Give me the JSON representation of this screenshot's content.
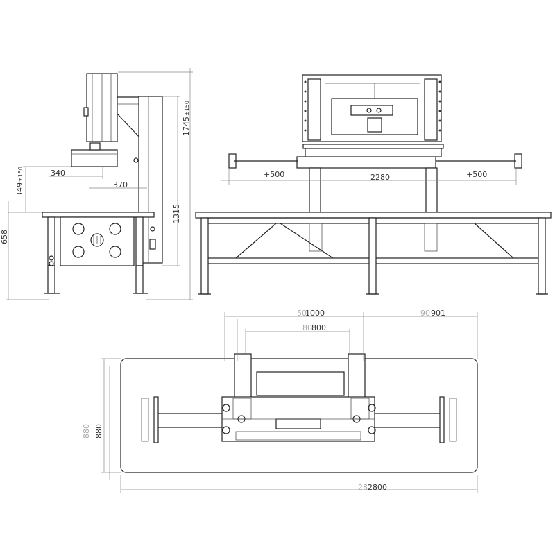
{
  "side_view": {
    "dims": {
      "d1745": "1745",
      "d1745_tol": "±150",
      "d349": "349",
      "d349_tol": "±150",
      "d340": "340",
      "d370": "370",
      "d1315": "1315",
      "d658": "658"
    }
  },
  "front_view": {
    "dims": {
      "ext_left": "+500",
      "ext_right": "+500",
      "d2280": "2280"
    }
  },
  "top_view": {
    "dims": {
      "d1000_prefix": "50",
      "d1000": "1000",
      "d800_prefix": "80",
      "d800": "800",
      "d901_prefix": "90",
      "d901": "901",
      "d880_alt": "880",
      "d880": "880",
      "d2800_prefix": "28",
      "d2800": "2800"
    }
  }
}
